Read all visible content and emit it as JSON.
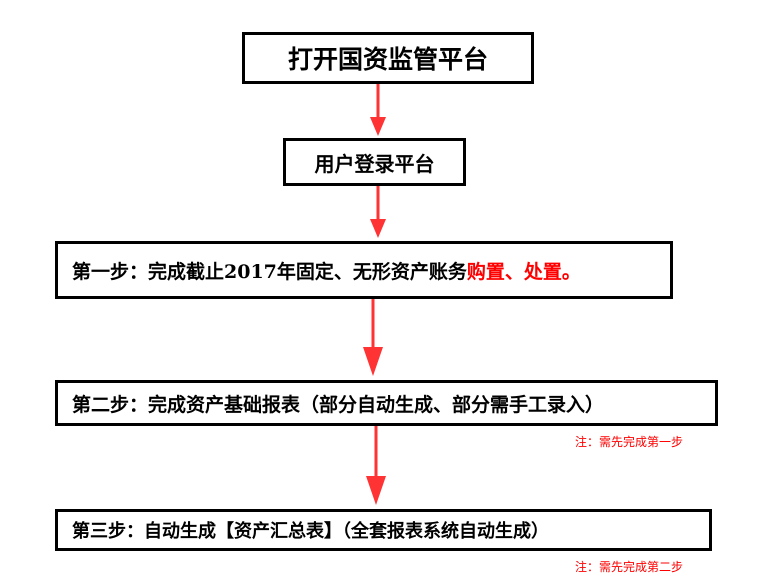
{
  "flow": {
    "step_open": "打开国资监管平台",
    "step_login": "用户登录平台",
    "step1": {
      "text": "第一步：完成截止2017年固定、无形资产账务",
      "highlight": "购置、处置。"
    },
    "step2": "第二步：完成资产基础报表（部分自动生成、部分需手工录入）",
    "step2_note": "注：需先完成第一步",
    "step3": "第三步：自动生成【资产汇总表】（全套报表系统自动生成）",
    "step3_note": "注：需先完成第二步"
  },
  "colors": {
    "arrow": "#ff3333",
    "highlight": "#ff0000",
    "border": "#000000"
  }
}
